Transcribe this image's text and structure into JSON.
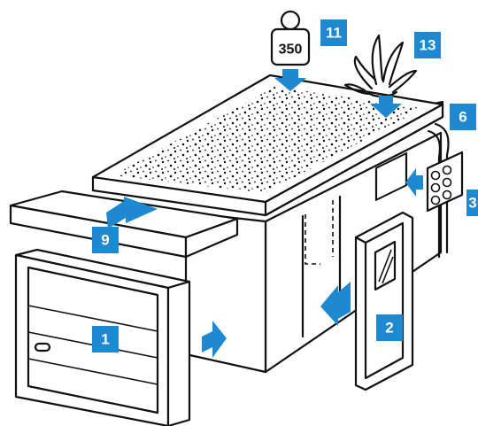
{
  "labels": {
    "garage_door": "1",
    "door": "2",
    "vent_grid": "3",
    "gutter": "6",
    "canopy": "9",
    "weight": "11",
    "plant": "13"
  },
  "weight_value": "350",
  "colors": {
    "accent": "#1e88d0",
    "ink": "#111111",
    "background": "#ffffff"
  }
}
